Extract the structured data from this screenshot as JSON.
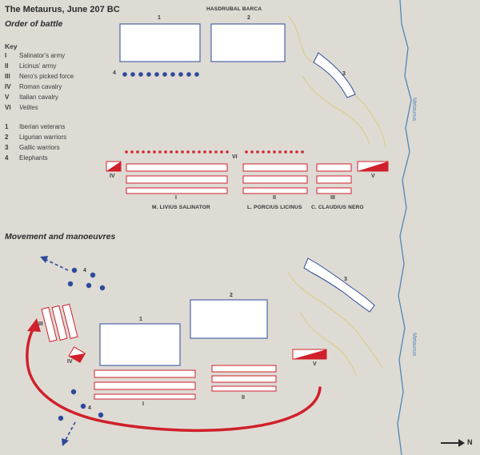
{
  "title": "The Metaurus, June 207 BC",
  "sections": {
    "order": "Order of battle",
    "movement": "Movement and manoeuvres"
  },
  "key": {
    "title": "Key",
    "roman_units": [
      {
        "num": "I",
        "label": "Salinator's army"
      },
      {
        "num": "II",
        "label": "Licinus' army"
      },
      {
        "num": "III",
        "label": "Nero's picked force"
      },
      {
        "num": "IV",
        "label": "Roman cavalry"
      },
      {
        "num": "V",
        "label": "Italian cavalry"
      },
      {
        "num": "VI",
        "label": "Velites"
      }
    ],
    "carthaginian_units": [
      {
        "num": "1",
        "label": "Iberian veterans"
      },
      {
        "num": "2",
        "label": "Ligurian warriors"
      },
      {
        "num": "3",
        "label": "Gallic warriors"
      },
      {
        "num": "4",
        "label": "Elephants"
      }
    ]
  },
  "map_labels": {
    "hasdrubal": "Hasdrubal Barca",
    "salinator": "M. Livius Salinator",
    "licinus": "L. Porcius Licinus",
    "nero": "C. Claudius Nero",
    "river": "Metaurus",
    "north": "N"
  },
  "unit_numbers": {
    "top": {
      "u1": "1",
      "u2": "2",
      "u3": "3",
      "u4": "4",
      "rI": "I",
      "rII": "II",
      "rIII": "III",
      "rIV": "IV",
      "rV": "V",
      "rVI": "VI"
    },
    "bottom": {
      "u1": "1",
      "u2": "2",
      "u3": "3",
      "u4a": "4",
      "u4b": "4",
      "rI": "I",
      "rII": "II",
      "rIII": "III",
      "rIV": "IV",
      "rV": "V"
    }
  },
  "colors": {
    "background": "#dedbd4",
    "roman_red": "#d0202b",
    "carthaginian_blue": "#2d4a9a",
    "river": "#4f86b8",
    "terrain_line": "#d8c86a"
  }
}
